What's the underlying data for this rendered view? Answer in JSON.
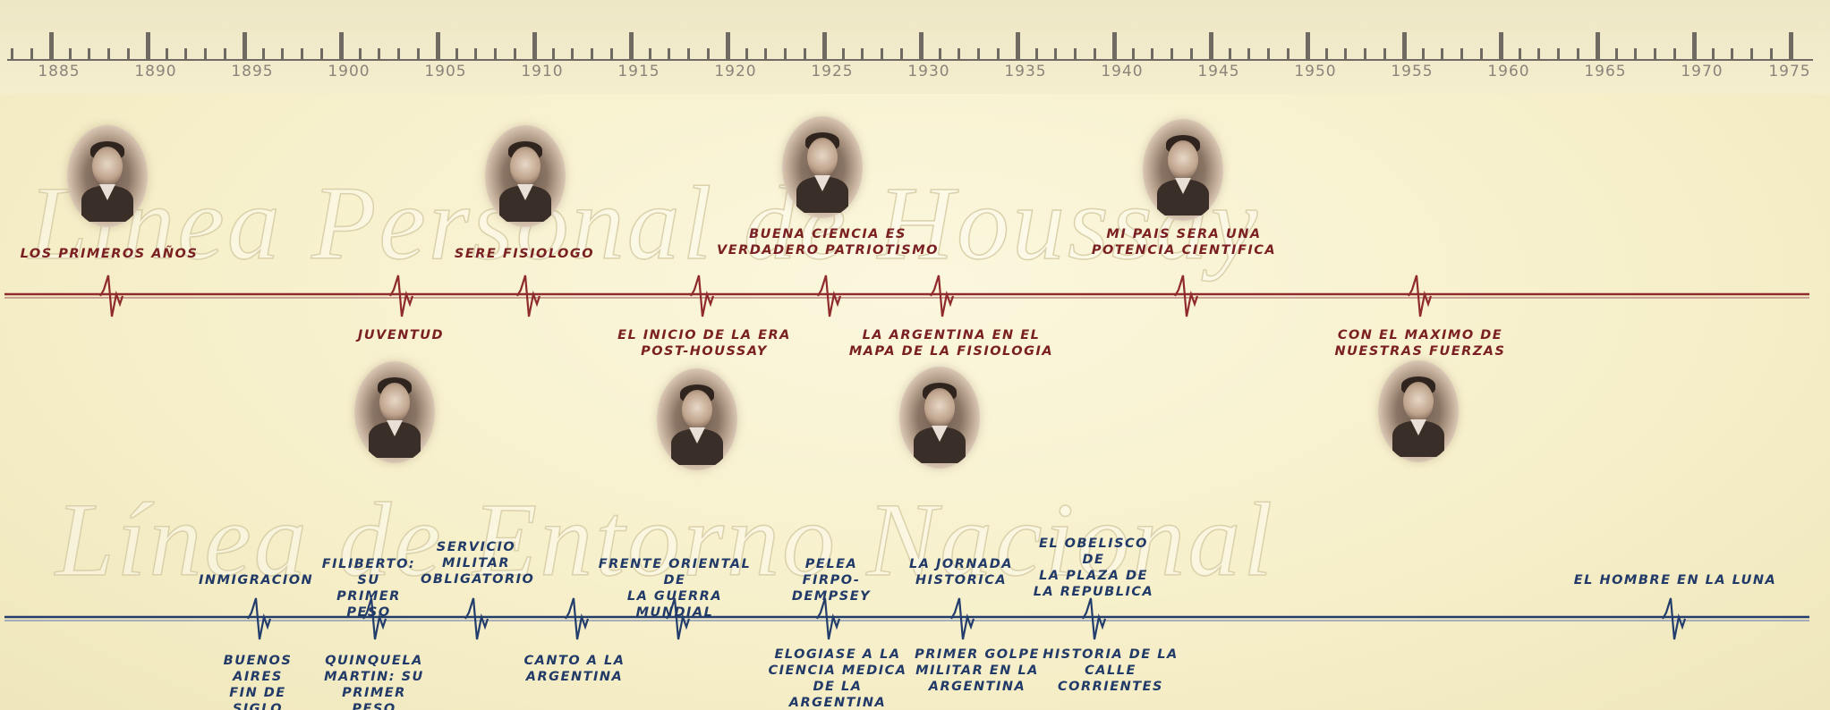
{
  "ruler": {
    "years": [
      "1885",
      "1890",
      "1895",
      "1900",
      "1905",
      "1910",
      "1915",
      "1920",
      "1925",
      "1930",
      "1935",
      "1940",
      "1945",
      "1950",
      "1955",
      "1960",
      "1965",
      "1970",
      "1975"
    ],
    "line_color": "#6f6a62",
    "year_color": "#8a847a"
  },
  "watermarks": {
    "personal": "Línea Personal de Houssay",
    "national": "Línea de Entorno Nacional"
  },
  "colors": {
    "background": "#f7f1cf",
    "personal_line": "#8f2a2d",
    "personal_text": "#7a1f22",
    "national_line": "#233d6c",
    "national_text": "#213a68"
  },
  "personal_events": [
    {
      "label": "LOS PRIMEROS AÑOS",
      "position": "above"
    },
    {
      "label": "JUVENTUD",
      "position": "below"
    },
    {
      "label": "SERE FISIOLOGO",
      "position": "above"
    },
    {
      "label": "EL INICIO DE LA ERA\nPOST-HOUSSAY",
      "position": "below"
    },
    {
      "label": "BUENA CIENCIA ES\nVERDADERO PATRIOTISMO",
      "position": "above"
    },
    {
      "label": "LA ARGENTINA EN EL\nMAPA DE LA FISIOLOGIA",
      "position": "below"
    },
    {
      "label": "MI PAIS SERA UNA\nPOTENCIA CIENTIFICA",
      "position": "above"
    },
    {
      "label": "CON EL MAXIMO DE\nNUESTRAS FUERZAS",
      "position": "below"
    }
  ],
  "national_events": [
    {
      "label": "INMIGRACION",
      "position": "above"
    },
    {
      "label": "BUENOS AIRES\nFIN DE SIGLO",
      "position": "below"
    },
    {
      "label": "FILIBERTO: SU\nPRIMER PESO",
      "position": "above"
    },
    {
      "label": "QUINQUELA\nMARTIN: SU\nPRIMER PESO",
      "position": "below"
    },
    {
      "label": "SERVICIO\nMILITAR\nOBLIGATORIO",
      "position": "above"
    },
    {
      "label": "CANTO A LA\nARGENTINA",
      "position": "below"
    },
    {
      "label": "FRENTE ORIENTAL DE\nLA GUERRA MUNDIAL",
      "position": "above"
    },
    {
      "label": "PELEA\nFIRPO-DEMPSEY",
      "position": "above"
    },
    {
      "label": "ELOGIASE A LA\nCIENCIA MEDICA\nDE LA ARGENTINA",
      "position": "below"
    },
    {
      "label": "LA JORNADA\nHISTORICA",
      "position": "above"
    },
    {
      "label": "PRIMER GOLPE\nMILITAR EN LA\nARGENTINA",
      "position": "below"
    },
    {
      "label": "EL OBELISCO DE\nLA PLAZA DE\nLA REPUBLICA",
      "position": "above"
    },
    {
      "label": "HISTORIA DE LA\nCALLE CORRIENTES",
      "position": "below"
    },
    {
      "label": "EL HOMBRE EN LA LUNA",
      "position": "above"
    }
  ],
  "portraits": [
    {
      "name": "portrait-primeros-anos-icon"
    },
    {
      "name": "portrait-juventud-icon"
    },
    {
      "name": "portrait-fisiologo-icon"
    },
    {
      "name": "portrait-post-houssay-icon"
    },
    {
      "name": "portrait-buena-ciencia-icon"
    },
    {
      "name": "portrait-argentina-mapa-icon"
    },
    {
      "name": "portrait-potencia-icon"
    },
    {
      "name": "portrait-maximo-fuerzas-icon"
    }
  ]
}
